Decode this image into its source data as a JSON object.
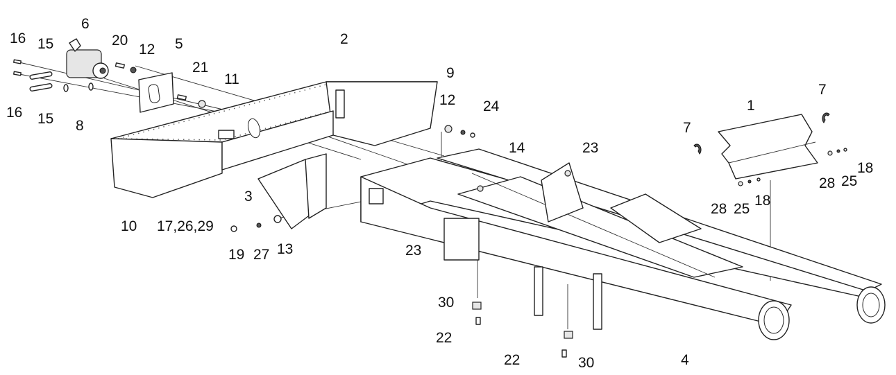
{
  "diagram": {
    "title": "Frame assembly exploded view",
    "callouts": [
      "16",
      "15",
      "6",
      "20",
      "12",
      "5",
      "21",
      "11",
      "16",
      "15",
      "8",
      "2",
      "9",
      "12",
      "24",
      "14",
      "23",
      "1",
      "7",
      "7",
      "18",
      "25",
      "28",
      "28",
      "25",
      "18",
      "3",
      "10",
      "17,26,29",
      "19",
      "27",
      "13",
      "23",
      "30",
      "22",
      "22",
      "30",
      "4"
    ]
  }
}
